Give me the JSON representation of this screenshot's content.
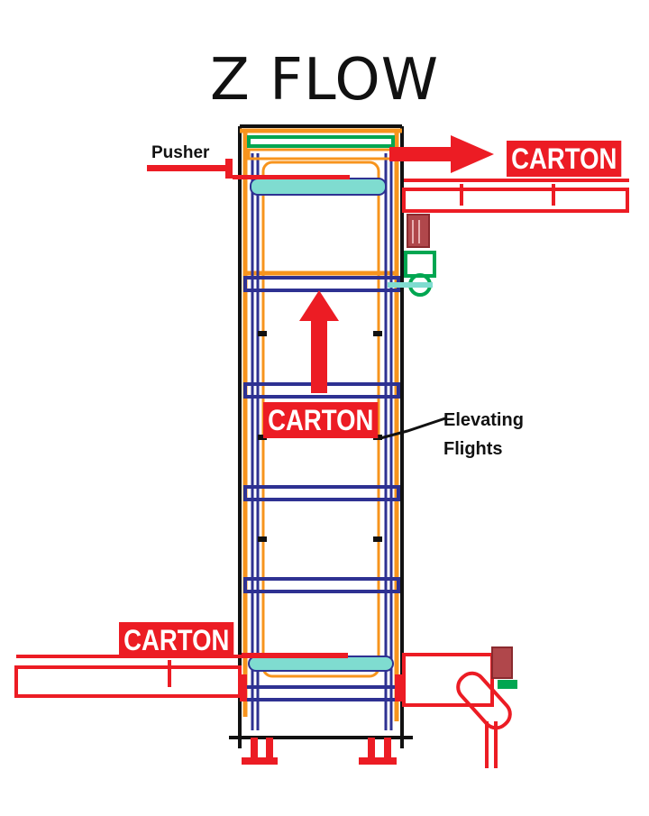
{
  "title": "Z FLOW",
  "labels": {
    "pusher": "Pusher",
    "carton_out": "CARTON",
    "carton_mid": "CARTON",
    "carton_in": "CARTON",
    "elevating_line1": "Elevating",
    "elevating_line2": "Flights"
  },
  "colors": {
    "carton": "#ec1c24",
    "frame_black": "#111111",
    "frame_orange": "#f7941d",
    "flight_blue": "#2e3192",
    "accent_green": "#00a651",
    "accent_cyan": "#7fdcd0",
    "background": "#ffffff"
  }
}
